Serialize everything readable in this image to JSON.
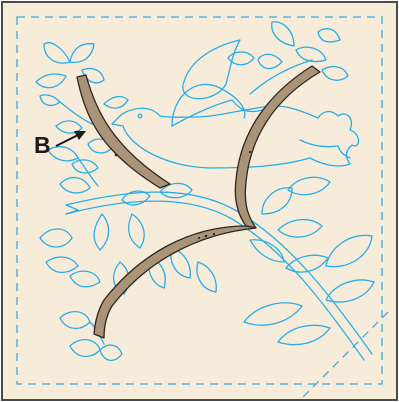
{
  "diagram": {
    "callout_label": "B",
    "colors": {
      "background": "#f7ecda",
      "frame": "#4b4b4b",
      "stitch": "#3aa9da",
      "motif": "#27aee8",
      "stem_fill": "#aa9478",
      "stem_edge": "#2c2620",
      "label": "#1a1a1a"
    },
    "elements": [
      "quilt-block",
      "dashed-stitch-line",
      "bird-motif",
      "leaf-motif",
      "bias-stem-pieces",
      "callout-arrow"
    ]
  }
}
